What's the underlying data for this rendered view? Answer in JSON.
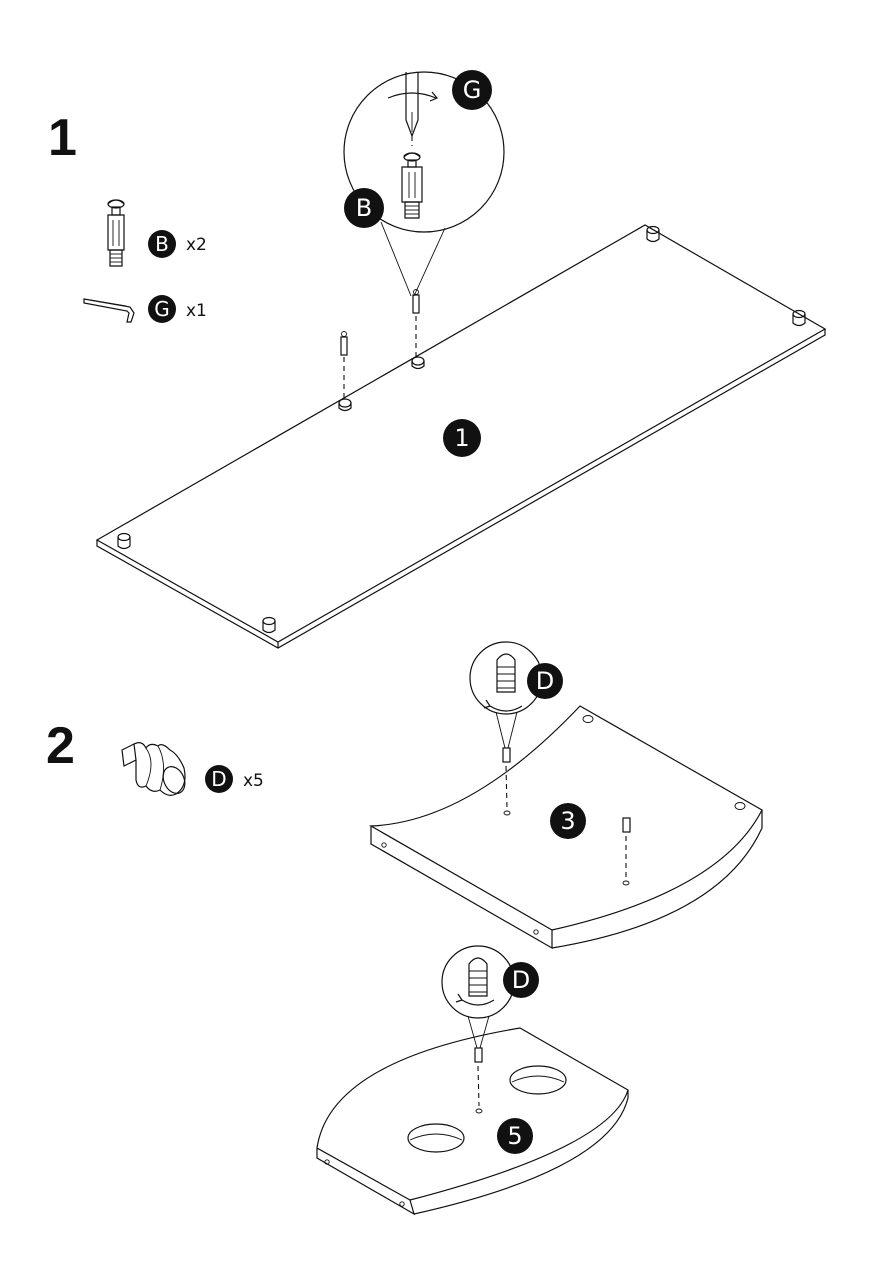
{
  "steps": [
    {
      "number": "1",
      "parts": [
        {
          "letter": "B",
          "quantity": "x2",
          "icon": "cam-bolt-icon"
        },
        {
          "letter": "G",
          "quantity": "x1",
          "icon": "allen-key-icon"
        }
      ],
      "callout": {
        "tool": "G",
        "part": "B"
      },
      "panel_label": "1"
    },
    {
      "number": "2",
      "parts": [
        {
          "letter": "D",
          "quantity": "x5",
          "icon": "dowel-pin-icon"
        }
      ],
      "callout_top": {
        "part": "D"
      },
      "callout_bottom": {
        "part": "D"
      },
      "panel_labels": [
        "3",
        "5"
      ]
    }
  ],
  "colors": {
    "ink": "#111111",
    "badge": "#111111",
    "background": "#ffffff"
  }
}
